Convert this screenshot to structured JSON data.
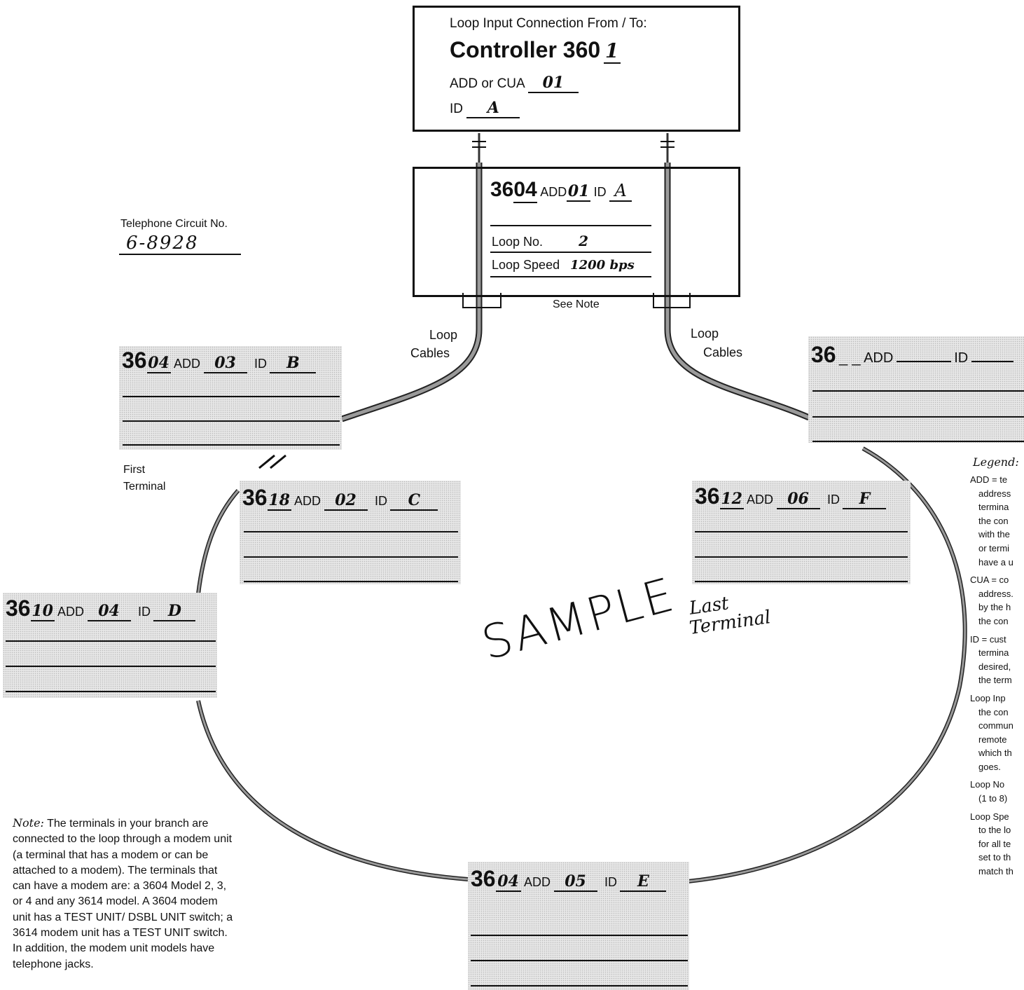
{
  "controller_box": {
    "header": "Loop Input Connection From / To:",
    "controller_label": "Controller 360",
    "controller_digit": "1",
    "add_label": "ADD or CUA",
    "add_value": "01",
    "id_label": "ID",
    "id_value": "A"
  },
  "loop_station": {
    "prefix": "36",
    "model_digits": "04",
    "add_label": "ADD",
    "add_value": "01",
    "id_label": "ID",
    "id_value": "A",
    "loop_no_label": "Loop No.",
    "loop_no_value": "2",
    "loop_speed_label": "Loop Speed",
    "loop_speed_value": "1200 bps",
    "see_note": "See Note"
  },
  "telephone": {
    "label": "Telephone Circuit No.",
    "value": "6-8928"
  },
  "loop_cables_left": [
    "Loop",
    "Cables"
  ],
  "loop_cables_right": [
    "Loop",
    "Cables"
  ],
  "first_terminal": [
    "First",
    "Terminal"
  ],
  "last_terminal": [
    "Last",
    "Terminal"
  ],
  "watermark": "SAMPLE",
  "terminals": [
    {
      "prefix": "36",
      "model": "04",
      "add_label": "ADD",
      "add": "03",
      "id_label": "ID",
      "id": "B"
    },
    {
      "prefix": "36",
      "model": "18",
      "add_label": "ADD",
      "add": "02",
      "id_label": "ID",
      "id": "C"
    },
    {
      "prefix": "36",
      "model": "10",
      "add_label": "ADD",
      "add": "04",
      "id_label": "ID",
      "id": "D"
    },
    {
      "prefix": "36",
      "model": "04",
      "add_label": "ADD",
      "add": "05",
      "id_label": "ID",
      "id": "E"
    },
    {
      "prefix": "36",
      "model": "12",
      "add_label": "ADD",
      "add": "06",
      "id_label": "ID",
      "id": "F"
    },
    {
      "prefix": "36",
      "model": "",
      "add_label": "ADD",
      "add": "",
      "id_label": "ID",
      "id": ""
    }
  ],
  "legend": {
    "title": "Legend:",
    "lines": [
      "ADD = te",
      "address",
      "termina",
      "the con",
      "with the",
      "or termi",
      "have a u",
      "CUA = co",
      "address.",
      "by the h",
      "the con",
      "ID = cust",
      "termina",
      "desired,",
      "the term",
      "Loop Inp",
      "the con",
      "commun",
      "remote",
      "which th",
      "goes.",
      "Loop No",
      "(1 to 8)",
      "Loop Spe",
      "to the lo",
      "for all te",
      "set to th",
      "match th"
    ]
  },
  "note": {
    "label": "Note:",
    "text": "The terminals in your branch are connected to the loop through a modem unit (a terminal that has a modem or can be attached to a modem). The terminals that can have a modem are: a 3604 Model 2, 3, or 4 and any 3614 model. A 3604 modem unit has a TEST UNIT/ DSBL UNIT switch; a 3614 modem unit has a TEST UNIT switch. In addition, the modem unit models have telephone jacks."
  }
}
